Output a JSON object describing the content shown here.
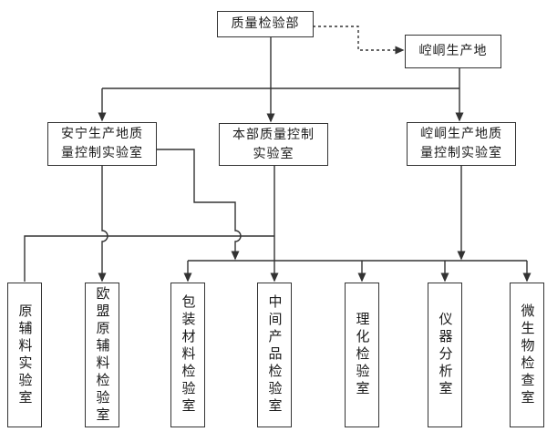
{
  "diagram": {
    "bg_color": "#ffffff",
    "line_color": "#333333",
    "nodes": {
      "root": {
        "label": "质量检验部"
      },
      "site": {
        "label": "崆峒生产地"
      },
      "anning_lab": {
        "label": "安宁生产地质\n量控制实验室"
      },
      "hq_lab": {
        "label": "本部质量控制\n实验室"
      },
      "kongtong_lab": {
        "label": "崆峒生产地质\n量控制实验室"
      },
      "leaves": [
        {
          "label": "原辅料实验室"
        },
        {
          "label": "欧盟原辅料检验室"
        },
        {
          "label": "包装材料检验室"
        },
        {
          "label": "中间产品检验室"
        },
        {
          "label": "理化检验室"
        },
        {
          "label": "仪器分析室"
        },
        {
          "label": "微生物检查室"
        }
      ]
    },
    "edges": [
      {
        "from": "质量检验部",
        "to": "崆峒生产地",
        "style": "dashed",
        "arrow": true
      },
      {
        "from": "质量检验部",
        "to": "安宁生产地质量控制实验室",
        "style": "solid",
        "arrow": true
      },
      {
        "from": "质量检验部",
        "to": "本部质量控制实验室",
        "style": "solid",
        "arrow": true
      },
      {
        "from": "崆峒生产地",
        "to": "崆峒生产地质量控制实验室",
        "style": "solid",
        "arrow": true
      },
      {
        "from": "本部质量控制实验室",
        "to": "原辅料实验室",
        "style": "solid",
        "arrow": false
      },
      {
        "from": "安宁生产地质量控制实验室",
        "to": "欧盟原辅料检验室",
        "style": "solid",
        "arrow": true
      },
      {
        "from": "本部质量控制实验室",
        "to": "中间产品检验室",
        "style": "solid",
        "arrow": true
      },
      {
        "from": "安宁生产地质量控制实验室",
        "to": "shared-bus",
        "style": "solid",
        "arrow": true
      },
      {
        "from": "崆峒生产地质量控制实验室",
        "to": "shared-bus",
        "style": "solid",
        "arrow": true
      },
      {
        "from": "shared-bus",
        "to": "包装材料检验室",
        "style": "solid",
        "arrow": true
      },
      {
        "from": "shared-bus",
        "to": "理化检验室",
        "style": "solid",
        "arrow": true
      },
      {
        "from": "shared-bus",
        "to": "仪器分析室",
        "style": "solid",
        "arrow": true
      },
      {
        "from": "shared-bus",
        "to": "微生物检查室",
        "style": "solid",
        "arrow": true
      }
    ]
  }
}
